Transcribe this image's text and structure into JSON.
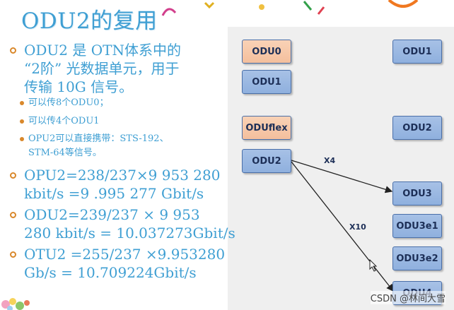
{
  "title": "ODU2的复用",
  "bullets": [
    {
      "lines": [
        "ODU2 是 OTN体系中的",
        "“2阶” 光数据单元，用于",
        "传输 10G 信号。"
      ]
    },
    {
      "lines": [
        "OPU2=238/237×9 953 280",
        "kbit/s =9 .995 277 Gbit/s"
      ]
    },
    {
      "lines": [
        "ODU2=239/237 × 9 953",
        "280 kbit/s = 10.037273Gbit/s"
      ]
    },
    {
      "lines": [
        "OTU2 =255/237 ×9.953280",
        "Gb/s  = 10.709224Gbit/s"
      ]
    }
  ],
  "sub_bullets": [
    "可以传8个ODU0；",
    "可以传4个ODU1",
    "OPU2可以直接携带：STS-192、",
    "STM-64等信号。"
  ],
  "diagram": {
    "boxes": {
      "odu0": "ODU0",
      "odu1_left": "ODU1",
      "oduflex": "ODUflex",
      "odu2_left": "ODU2",
      "odu1_right": "ODU1",
      "odu2_right": "ODU2",
      "odu3": "ODU3",
      "odu3e1": "ODU3e1",
      "odu3e2": "ODU3e2",
      "odu4": "ODU4"
    },
    "labels": {
      "x4": "X4",
      "x10": "X10"
    },
    "colors": {
      "blue_box": "#9db9e2",
      "peach_box": "#f6c8a8",
      "border": "#4a6fa8",
      "text_blue": "#3f9fd3",
      "bullet_orange": "#d9882b"
    }
  },
  "watermark": "CSDN @林间大雪"
}
